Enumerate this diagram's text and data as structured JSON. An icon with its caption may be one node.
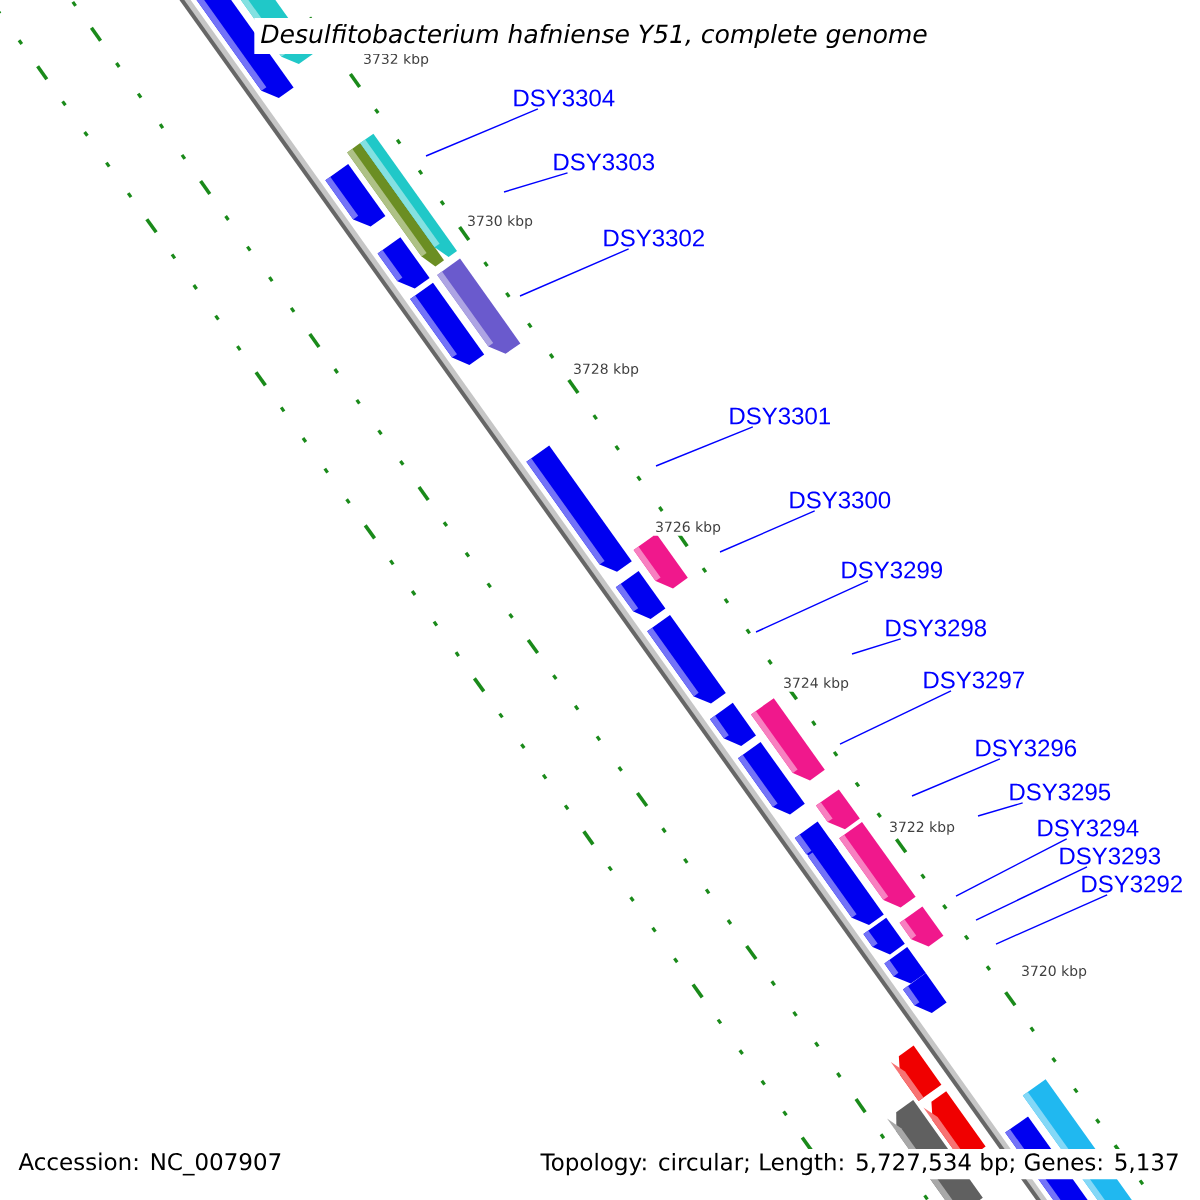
{
  "diagram": {
    "title": "Desulfitobacterium hafniense Y51, complete genome",
    "nodes": [
      {
        "text": [
          "DSY3304"
        ]
      },
      {
        "text": [
          "DSY3303"
        ]
      },
      {
        "text": [
          "DSY3302"
        ]
      },
      {
        "text": [
          "DSY3301"
        ]
      },
      {
        "text": [
          "DSY3300"
        ]
      },
      {
        "text": [
          "DSY3299"
        ]
      },
      {
        "text": [
          "DSY3298"
        ]
      },
      {
        "text": [
          "DSY3297"
        ]
      },
      {
        "text": [
          "DSY3296"
        ]
      },
      {
        "text": [
          "DSY3295"
        ]
      },
      {
        "text": [
          "DSY3294"
        ]
      },
      {
        "text": [
          "DSY3293"
        ]
      },
      {
        "text": [
          "DSY3292"
        ]
      }
    ],
    "edges": [
      {
        "from": 0,
        "to": null,
        "arrow": "none"
      },
      {
        "from": 1,
        "to": null,
        "arrow": "none"
      },
      {
        "from": 2,
        "to": null,
        "arrow": "none"
      },
      {
        "from": 3,
        "to": null,
        "arrow": "none"
      },
      {
        "from": 4,
        "to": null,
        "arrow": "none"
      },
      {
        "from": 5,
        "to": null,
        "arrow": "none"
      },
      {
        "from": 6,
        "to": null,
        "arrow": "none"
      },
      {
        "from": 7,
        "to": null,
        "arrow": "none"
      },
      {
        "from": 8,
        "to": null,
        "arrow": "none"
      },
      {
        "from": 9,
        "to": null,
        "arrow": "none"
      },
      {
        "from": 10,
        "to": null,
        "arrow": "none"
      },
      {
        "from": 11,
        "to": null,
        "arrow": "none"
      },
      {
        "from": 12,
        "to": null,
        "arrow": "none"
      }
    ],
    "labels": [
      "3732 kbp",
      "3730 kbp",
      "3728 kbp",
      "3726 kbp",
      "3724 kbp",
      "3722 kbp",
      "3720 kbp",
      "Accession: NC_007907",
      "Topology: circular; Length: 5,727,534 bp; Genes: 5,137"
    ]
  }
}
